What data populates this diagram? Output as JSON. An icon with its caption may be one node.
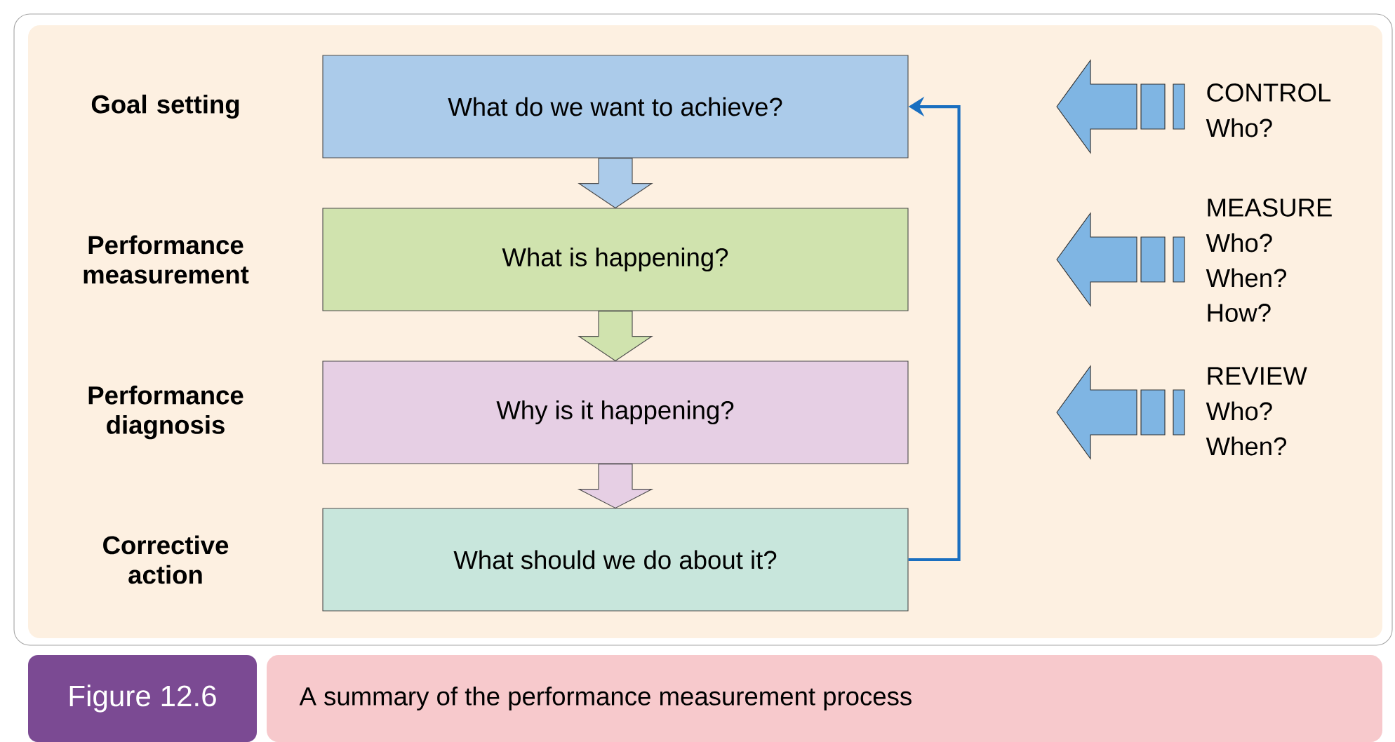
{
  "diagram": {
    "caption": "A summary of the performance measurement process",
    "nodes": [
      {
        "text": [
          "What do we want to achieve?"
        ],
        "beside": [
          "Goal setting"
        ]
      },
      {
        "text": [
          "What is happening?"
        ],
        "beside": [
          "Performance measurement"
        ]
      },
      {
        "text": [
          "Why is it happening?"
        ],
        "beside": [
          "Performance diagnosis"
        ]
      },
      {
        "text": [
          "What should we do about it?"
        ],
        "beside": [
          "Corrective action"
        ]
      }
    ],
    "edges": [
      {
        "from": 0,
        "to": 1,
        "arrow": "to",
        "style": "thick"
      },
      {
        "from": 1,
        "to": 2,
        "arrow": "to",
        "style": "thick"
      },
      {
        "from": 2,
        "to": 3,
        "arrow": "to",
        "style": "thick"
      },
      {
        "from": 3,
        "to": 0,
        "arrow": "to",
        "color": "#1a6fc0"
      }
    ],
    "labels": [
      "CONTROL",
      "Who?",
      "MEASURE",
      "Who?",
      "When?",
      "How?",
      "REVIEW",
      "Who?",
      "When?",
      "Figure 12.6"
    ]
  }
}
